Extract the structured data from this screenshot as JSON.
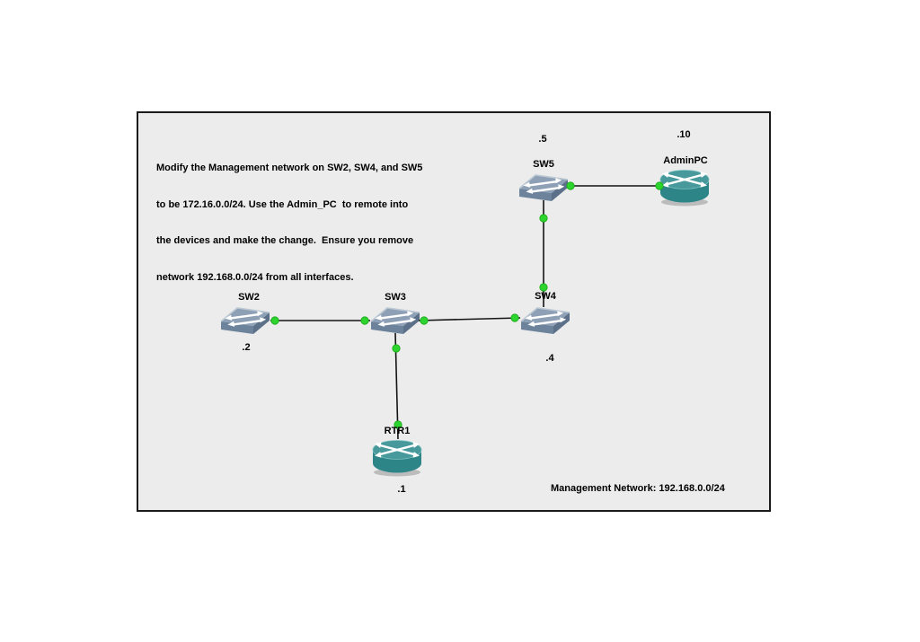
{
  "instructions": {
    "lines": [
      "Modify the Management network on SW2, SW4, and SW5",
      "to be 172.16.0.0/24. Use the Admin_PC  to remote into",
      "the devices and make the change.  Ensure you remove",
      "network 192.168.0.0/24 from all interfaces."
    ]
  },
  "footer": {
    "management_network_label": "Management Network: 192.168.0.0/24"
  },
  "devices": [
    {
      "id": "SW2",
      "label": "SW2",
      "type": "switch",
      "ip_label": ".2"
    },
    {
      "id": "SW3",
      "label": "SW3",
      "type": "switch",
      "ip_label": ""
    },
    {
      "id": "SW4",
      "label": "SW4",
      "type": "switch",
      "ip_label": ".4"
    },
    {
      "id": "SW5",
      "label": "SW5",
      "type": "switch",
      "ip_label": ".5"
    },
    {
      "id": "RTR1",
      "label": "RTR1",
      "type": "router",
      "ip_label": ".1"
    },
    {
      "id": "AdminPC",
      "label": "AdminPC",
      "type": "router",
      "ip_label": ".10"
    }
  ],
  "links": [
    {
      "from": "SW2",
      "to": "SW3"
    },
    {
      "from": "SW3",
      "to": "SW4"
    },
    {
      "from": "SW3",
      "to": "RTR1"
    },
    {
      "from": "SW5",
      "to": "SW4"
    },
    {
      "from": "SW5",
      "to": "AdminPC"
    }
  ],
  "colors": {
    "panel_background": "#ececec",
    "panel_border": "#1b1b1b",
    "link": "#141414",
    "interface_dot_green": "#2ed42e",
    "switch_top": "#8da0b5",
    "switch_front": "#6c839b",
    "switch_side": "#5c7189",
    "router_body": "#2d8588",
    "router_top": "#47999b",
    "label_text": "#000000"
  }
}
